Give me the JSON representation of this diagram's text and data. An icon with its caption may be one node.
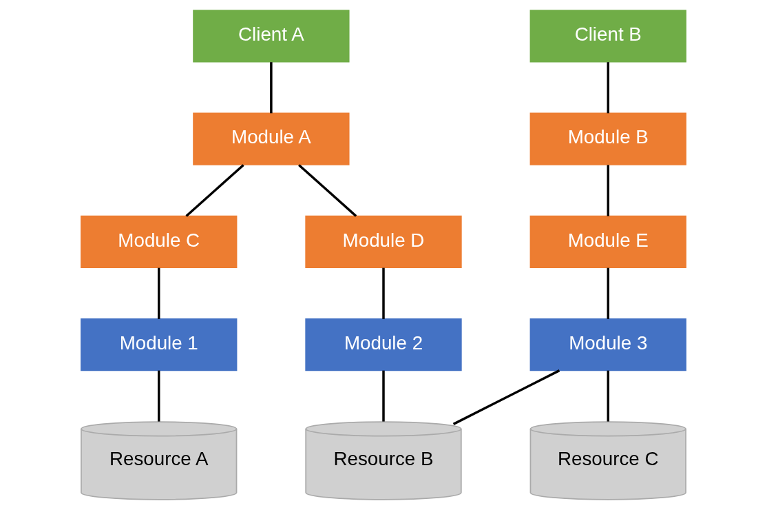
{
  "diagram": {
    "nodes": [
      {
        "text": [
          "Client A"
        ]
      },
      {
        "text": [
          "Client B"
        ]
      },
      {
        "text": [
          "Module A"
        ]
      },
      {
        "text": [
          "Module B"
        ]
      },
      {
        "text": [
          "Module C"
        ]
      },
      {
        "text": [
          "Module D"
        ]
      },
      {
        "text": [
          "Module E"
        ]
      },
      {
        "text": [
          "Module 1"
        ]
      },
      {
        "text": [
          "Module 2"
        ]
      },
      {
        "text": [
          "Module 3"
        ]
      },
      {
        "text": [
          "Resource A"
        ]
      },
      {
        "text": [
          "Resource B"
        ]
      },
      {
        "text": [
          "Resource C"
        ]
      }
    ],
    "edges": [
      {
        "from": 0,
        "to": 2,
        "arrow": "none"
      },
      {
        "from": 2,
        "to": 4,
        "arrow": "none"
      },
      {
        "from": 2,
        "to": 5,
        "arrow": "none"
      },
      {
        "from": 1,
        "to": 3,
        "arrow": "none"
      },
      {
        "from": 3,
        "to": 6,
        "arrow": "none"
      },
      {
        "from": 4,
        "to": 7,
        "arrow": "none"
      },
      {
        "from": 5,
        "to": 8,
        "arrow": "none"
      },
      {
        "from": 6,
        "to": 9,
        "arrow": "none"
      },
      {
        "from": 7,
        "to": 10,
        "arrow": "none"
      },
      {
        "from": 8,
        "to": 11,
        "arrow": "none"
      },
      {
        "from": 9,
        "to": 11,
        "arrow": "none"
      },
      {
        "from": 9,
        "to": 12,
        "arrow": "none"
      }
    ]
  }
}
